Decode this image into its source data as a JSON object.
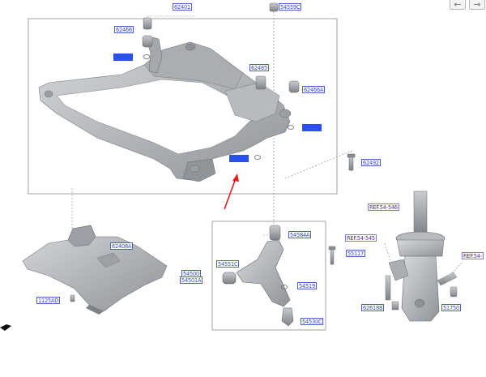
{
  "nav": {
    "prev_icon": "arrow-left-icon",
    "next_icon": "arrow-right-icon",
    "prev_glyph": "←",
    "next_glyph": "→"
  },
  "colors": {
    "label_border": "#4a5fd0",
    "label_text": "#3448c4",
    "highlight": "#2b50f0",
    "arrow": "#e02020",
    "part_fill": "#b9bdc2"
  },
  "labels": {
    "p62401": "62401",
    "p54559C": "54559C",
    "p62466": "62466",
    "p5451x": "54519",
    "p62485": "62485",
    "p62466A": "62466A",
    "p54518": "54519",
    "p54519b": "54519",
    "p62492": "62492",
    "p62408A": "62408A",
    "p1125AD": "1125AD",
    "p54584A": "54584A",
    "p54551C": "54551C",
    "p54500": "54500",
    "p54501A": "54501A",
    "p54519c": "54519",
    "p54530C": "54530C",
    "ref5465": "REF.54-546",
    "ref5454": "REF.54-545",
    "p55117": "55117",
    "ref54right": "REF.54-",
    "p62618B": "62618B",
    "p51750": "51750"
  }
}
